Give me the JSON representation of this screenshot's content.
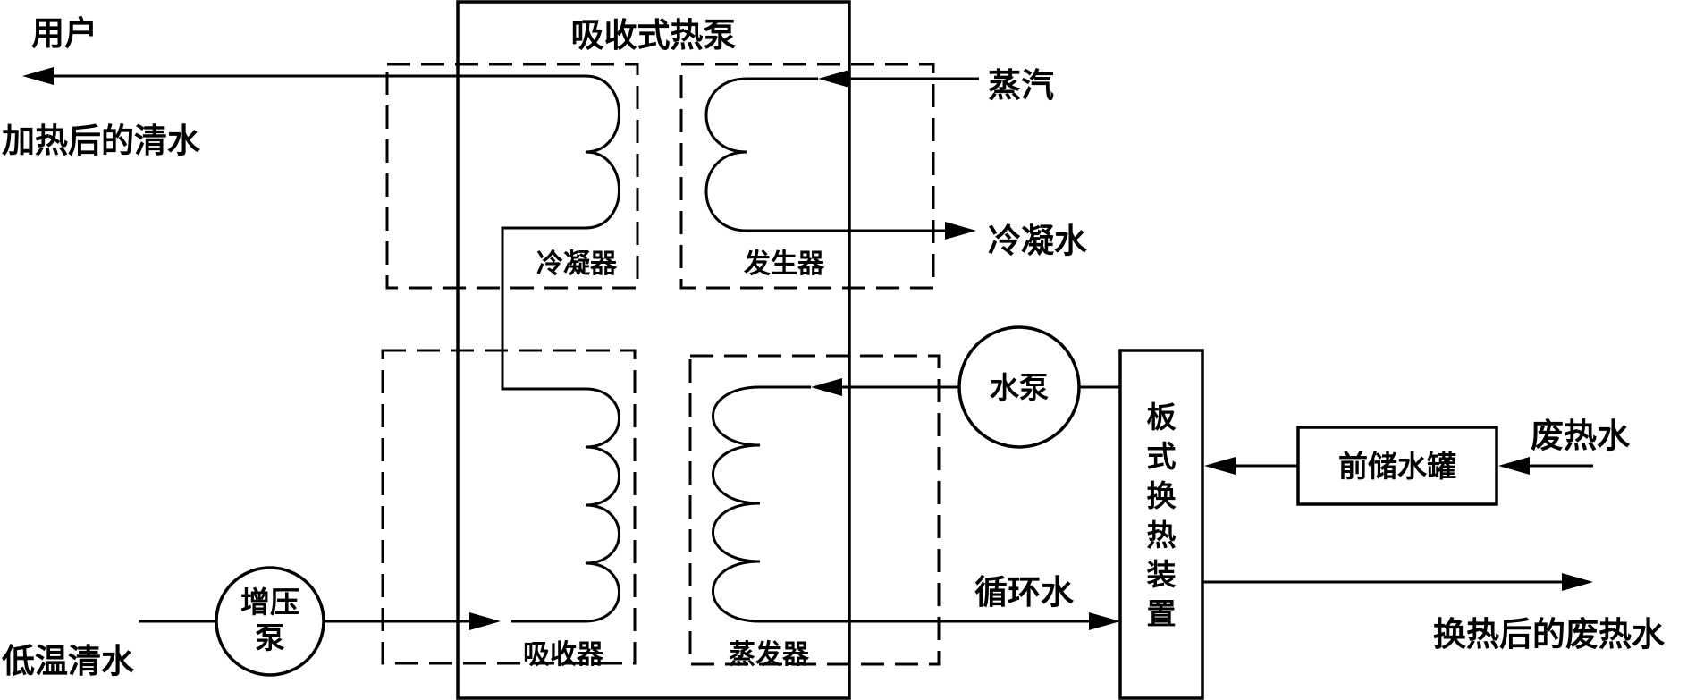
{
  "title": "吸收式热泵",
  "units": {
    "condenser": "冷凝器",
    "generator": "发生器",
    "absorber": "吸收器",
    "evaporator": "蒸发器",
    "water_pump": "水泵",
    "booster_pump_line1": "增压",
    "booster_pump_line2": "泵",
    "plate_heat_exchanger": [
      "板",
      "式",
      "换",
      "热",
      "装",
      "置"
    ],
    "pre_storage_tank": "前储水罐"
  },
  "streams": {
    "user": "用户",
    "heated_clean_water": "加热后的清水",
    "steam": "蒸汽",
    "condensate": "冷凝水",
    "waste_hot_water": "废热水",
    "circulating_water": "循环水",
    "low_temp_clean_water": "低温清水",
    "waste_water_after_exchange": "换热后的废热水"
  }
}
